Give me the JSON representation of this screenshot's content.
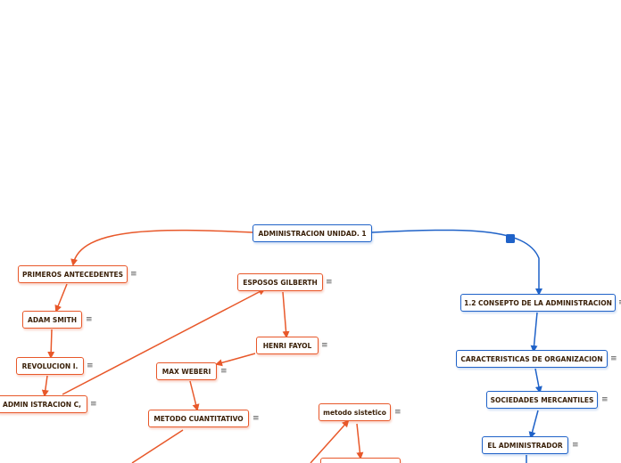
{
  "colors": {
    "orange": "#e8582a",
    "blue": "#1f62c8",
    "text": "#3a2008"
  },
  "menu_glyph": "≡",
  "nodes": {
    "root": "ADMINISTRACION UNIDAD. 1",
    "primeros": "PRIMEROS ANTECEDENTES",
    "adam": "ADAM SMITH",
    "revolucion": "REVOLUCION I.",
    "admin": "ADMIN ISTRACION C,",
    "gilberth": "ESPOSOS GILBERTH",
    "fayol": "HENRI FAYOL",
    "weberi": "MAX WEBERI",
    "metodo_cuant": "METODO CUANTITATIVO",
    "metodo_sist": "metodo sistetico",
    "concepto": "1.2 CONSEPTO DE LA ADMINISTRACION",
    "caracteristicas": "CARACTERISTICAS DE ORGANIZACION",
    "sociedades": "SOCIEDADES MERCANTILES",
    "administrador": "EL ADMINISTRADOR"
  }
}
